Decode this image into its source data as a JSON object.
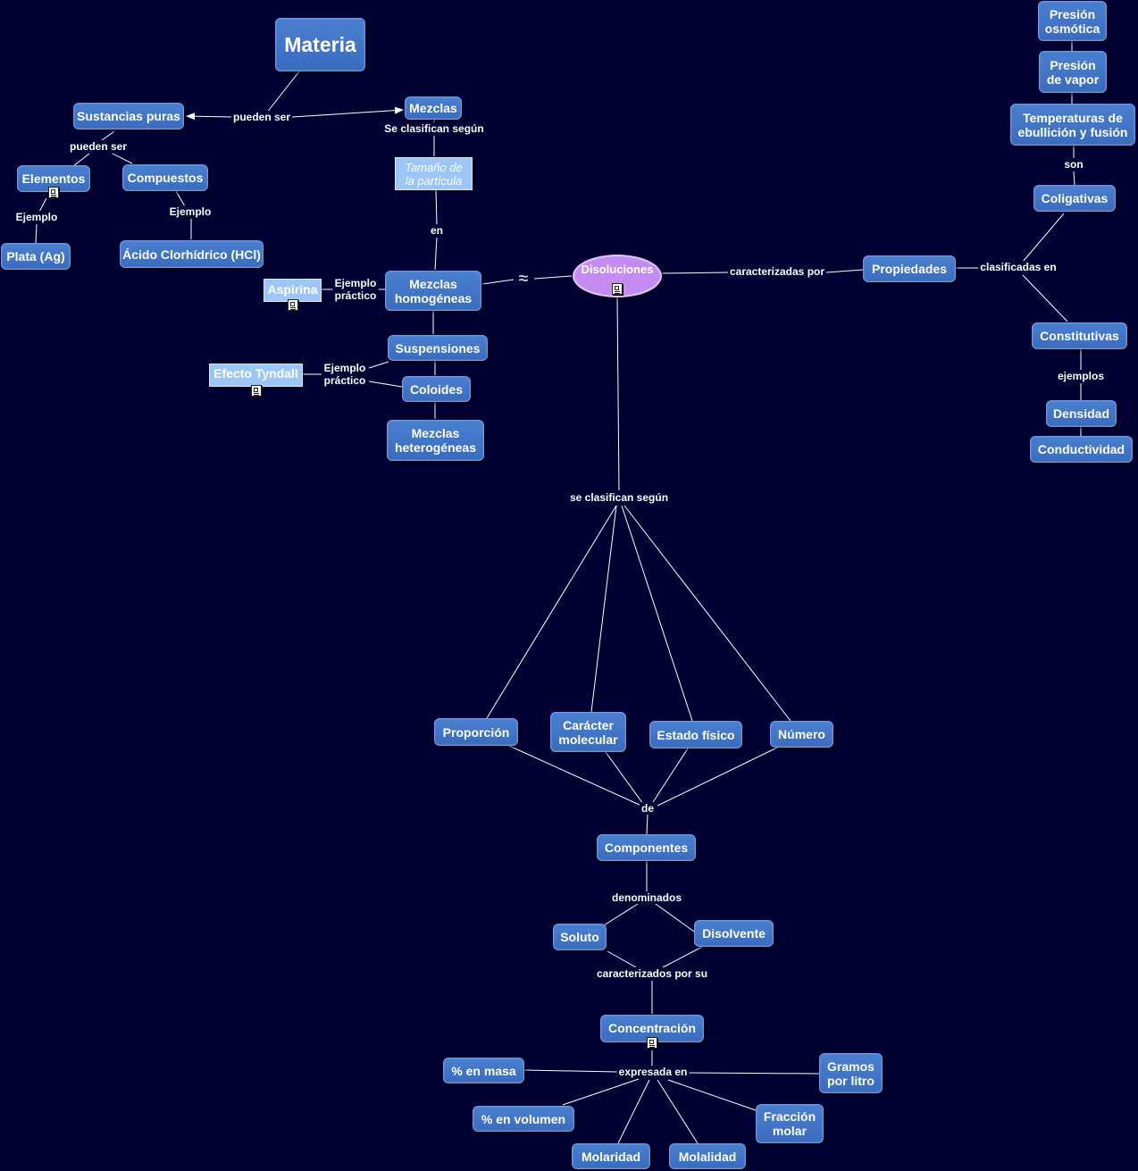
{
  "nodes": {
    "materia": "Materia",
    "sustancias_puras": "Sustancias puras",
    "mezclas": "Mezclas",
    "elementos": "Elementos",
    "compuestos": "Compuestos",
    "plata": "Plata (Ag)",
    "acido": "Ácido Clorhídrico (HCl)",
    "tamano": "Tamaño de\nla partícula",
    "aspirina": "Aspirina",
    "mezclas_homogeneas": "Mezclas\nhomogéneas",
    "disoluciones": "Disoluciones",
    "propiedades": "Propiedades",
    "suspensiones": "Suspensiones",
    "efecto_tyndall": "Efecto Tyndall",
    "coloides": "Coloides",
    "mezclas_heterogeneas": "Mezclas\nheterogéneas",
    "presion_osmotica": "Presión\nosmótica",
    "presion_vapor": "Presión\nde vapor",
    "temperaturas": "Temperaturas de\nebullición y fusión",
    "coligativas": "Coligativas",
    "constitutivas": "Constitutivas",
    "densidad": "Densidad",
    "conductividad": "Conductividad",
    "proporcion": "Proporción",
    "caracter_molecular": "Carácter\nmolecular",
    "estado_fisico": "Estado físico",
    "numero": "Número",
    "componentes": "Componentes",
    "soluto": "Soluto",
    "disolvente": "Disolvente",
    "concentracion": "Concentración",
    "en_masa": "% en masa",
    "gramos_litro": "Gramos\npor litro",
    "en_volumen": "% en volumen",
    "fraccion_molar": "Fracción\nmolar",
    "molaridad": "Molaridad",
    "molalidad": "Molalidad"
  },
  "links": {
    "pueden_ser_1": "pueden ser",
    "pueden_ser_2": "pueden ser",
    "se_clasifican_segun_1": "Se clasifican según",
    "ejemplo_1": "Ejemplo",
    "ejemplo_2": "Ejemplo",
    "en": "en",
    "ejemplo_practico_1": "Ejemplo\npráctico",
    "ejemplo_practico_2": "Ejemplo\npráctico",
    "approx": "≈",
    "caracterizadas_por": "caracterizadas por",
    "clasificadas_en": "clasificadas en",
    "son": "son",
    "ejemplos": "ejemplos",
    "se_clasifican_segun_2": "se clasifican según",
    "de": "de",
    "denominados": "denominados",
    "caracterizados_por_su": "caracterizados por su",
    "expresada_en": "expresada en"
  }
}
